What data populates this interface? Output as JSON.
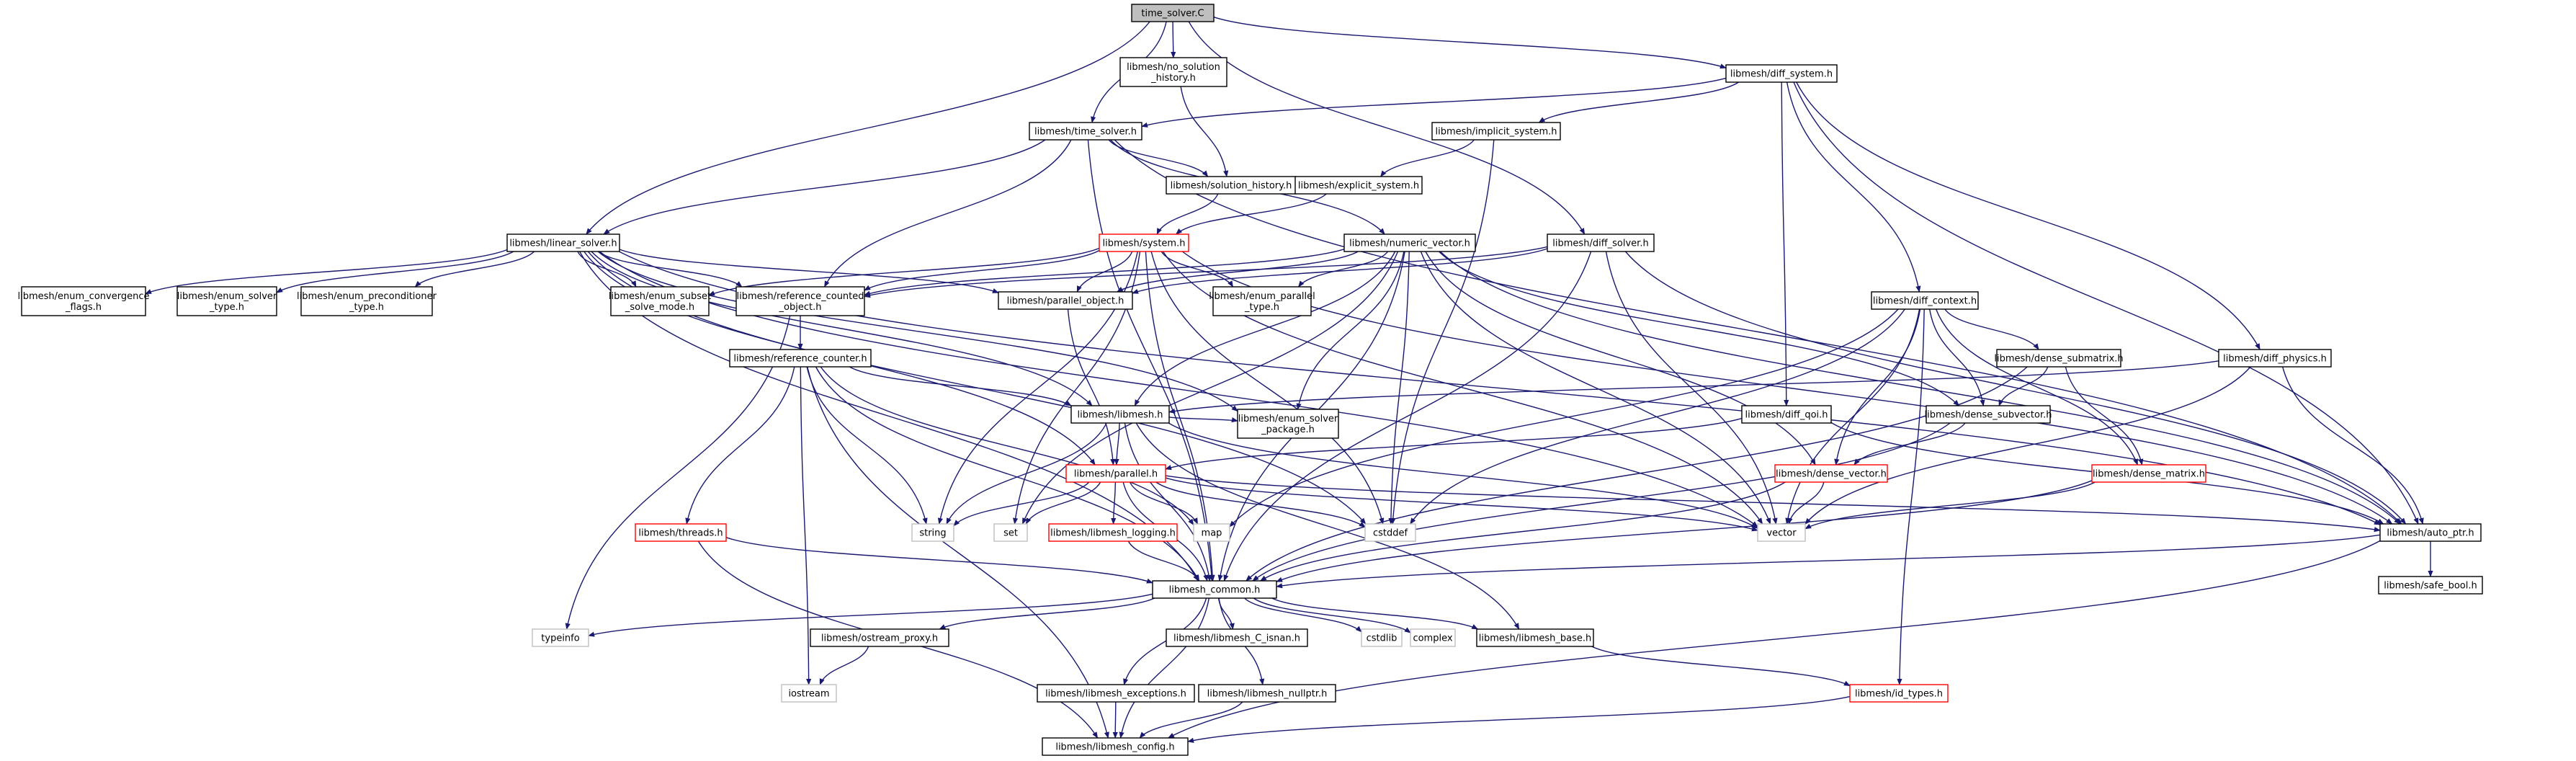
{
  "title": "time_solver.C",
  "colors": {
    "edge": "#191970",
    "root_fill": "#bfbfbf",
    "node_border": "#000000",
    "incomplete_border": "#ff0000",
    "external_border": "#bfbfbf"
  },
  "nodes": {
    "time_solver_c": {
      "lines": [
        "time_solver.C"
      ],
      "style": "root"
    },
    "no_solution_history": {
      "lines": [
        "libmesh/no_solution",
        "_history.h"
      ],
      "style": "normal"
    },
    "diff_system": {
      "lines": [
        "libmesh/diff_system.h"
      ],
      "style": "normal"
    },
    "time_solver": {
      "lines": [
        "libmesh/time_solver.h"
      ],
      "style": "normal"
    },
    "implicit_system": {
      "lines": [
        "libmesh/implicit_system.h"
      ],
      "style": "normal"
    },
    "solution_history": {
      "lines": [
        "libmesh/solution_history.h"
      ],
      "style": "normal"
    },
    "explicit_system": {
      "lines": [
        "libmesh/explicit_system.h"
      ],
      "style": "normal"
    },
    "linear_solver": {
      "lines": [
        "libmesh/linear_solver.h"
      ],
      "style": "normal"
    },
    "system": {
      "lines": [
        "libmesh/system.h"
      ],
      "style": "red"
    },
    "numeric_vector": {
      "lines": [
        "libmesh/numeric_vector.h"
      ],
      "style": "normal"
    },
    "diff_solver": {
      "lines": [
        "libmesh/diff_solver.h"
      ],
      "style": "normal"
    },
    "enum_convergence_flags": {
      "lines": [
        "libmesh/enum_convergence",
        "_flags.h"
      ],
      "style": "normal"
    },
    "enum_solver_type": {
      "lines": [
        "libmesh/enum_solver",
        "_type.h"
      ],
      "style": "normal"
    },
    "enum_preconditioner_type": {
      "lines": [
        "libmesh/enum_preconditioner",
        "_type.h"
      ],
      "style": "normal"
    },
    "enum_subset_solve_mode": {
      "lines": [
        "libmesh/enum_subset",
        "_solve_mode.h"
      ],
      "style": "normal"
    },
    "reference_counted_object": {
      "lines": [
        "libmesh/reference_counted",
        "_object.h"
      ],
      "style": "normal"
    },
    "parallel_object": {
      "lines": [
        "libmesh/parallel_object.h"
      ],
      "style": "normal"
    },
    "enum_parallel_type": {
      "lines": [
        "libmesh/enum_parallel",
        "_type.h"
      ],
      "style": "normal"
    },
    "diff_context": {
      "lines": [
        "libmesh/diff_context.h"
      ],
      "style": "normal"
    },
    "reference_counter": {
      "lines": [
        "libmesh/reference_counter.h"
      ],
      "style": "normal"
    },
    "dense_submatrix": {
      "lines": [
        "libmesh/dense_submatrix.h"
      ],
      "style": "normal"
    },
    "diff_physics": {
      "lines": [
        "libmesh/diff_physics.h"
      ],
      "style": "normal"
    },
    "libmesh_h": {
      "lines": [
        "libmesh/libmesh.h"
      ],
      "style": "normal"
    },
    "diff_qoi": {
      "lines": [
        "libmesh/diff_qoi.h"
      ],
      "style": "normal"
    },
    "dense_subvector": {
      "lines": [
        "libmesh/dense_subvector.h"
      ],
      "style": "normal"
    },
    "enum_solver_package": {
      "lines": [
        "libmesh/enum_solver",
        "_package.h"
      ],
      "style": "normal"
    },
    "parallel": {
      "lines": [
        "libmesh/parallel.h"
      ],
      "style": "red"
    },
    "dense_vector": {
      "lines": [
        "libmesh/dense_vector.h"
      ],
      "style": "red"
    },
    "dense_matrix": {
      "lines": [
        "libmesh/dense_matrix.h"
      ],
      "style": "red"
    },
    "string": {
      "lines": [
        "string"
      ],
      "style": "gray"
    },
    "set": {
      "lines": [
        "set"
      ],
      "style": "gray"
    },
    "map": {
      "lines": [
        "map"
      ],
      "style": "gray"
    },
    "cstddef": {
      "lines": [
        "cstddef"
      ],
      "style": "gray"
    },
    "vector": {
      "lines": [
        "vector"
      ],
      "style": "gray"
    },
    "threads": {
      "lines": [
        "libmesh/threads.h"
      ],
      "style": "red"
    },
    "libmesh_logging": {
      "lines": [
        "libmesh/libmesh_logging.h"
      ],
      "style": "red"
    },
    "auto_ptr": {
      "lines": [
        "libmesh/auto_ptr.h"
      ],
      "style": "normal"
    },
    "libmesh_common": {
      "lines": [
        "libmesh_common.h"
      ],
      "style": "normal"
    },
    "safe_bool": {
      "lines": [
        "libmesh/safe_bool.h"
      ],
      "style": "normal"
    },
    "typeinfo": {
      "lines": [
        "typeinfo"
      ],
      "style": "gray"
    },
    "ostream_proxy": {
      "lines": [
        "libmesh/ostream_proxy.h"
      ],
      "style": "normal"
    },
    "libmesh_c_isnan": {
      "lines": [
        "libmesh/libmesh_C_isnan.h"
      ],
      "style": "normal"
    },
    "cstdlib": {
      "lines": [
        "cstdlib"
      ],
      "style": "gray"
    },
    "complex": {
      "lines": [
        "complex"
      ],
      "style": "gray"
    },
    "libmesh_base": {
      "lines": [
        "libmesh/libmesh_base.h"
      ],
      "style": "normal"
    },
    "iostream": {
      "lines": [
        "iostream"
      ],
      "style": "gray"
    },
    "libmesh_exceptions": {
      "lines": [
        "libmesh/libmesh_exceptions.h"
      ],
      "style": "normal"
    },
    "libmesh_nullptr": {
      "lines": [
        "libmesh/libmesh_nullptr.h"
      ],
      "style": "normal"
    },
    "id_types": {
      "lines": [
        "libmesh/id_types.h"
      ],
      "style": "red"
    },
    "libmesh_config": {
      "lines": [
        "libmesh/libmesh_config.h"
      ],
      "style": "normal"
    }
  },
  "edges": [
    [
      "time_solver_c",
      "no_solution_history"
    ],
    [
      "time_solver_c",
      "diff_system"
    ],
    [
      "time_solver_c",
      "time_solver"
    ],
    [
      "time_solver_c",
      "linear_solver"
    ],
    [
      "time_solver_c",
      "diff_solver"
    ],
    [
      "no_solution_history",
      "solution_history"
    ],
    [
      "diff_system",
      "time_solver"
    ],
    [
      "diff_system",
      "implicit_system"
    ],
    [
      "diff_system",
      "diff_context"
    ],
    [
      "diff_system",
      "diff_qoi"
    ],
    [
      "diff_system",
      "diff_physics"
    ],
    [
      "diff_system",
      "auto_ptr"
    ],
    [
      "time_solver",
      "solution_history"
    ],
    [
      "time_solver",
      "linear_solver"
    ],
    [
      "time_solver",
      "numeric_vector"
    ],
    [
      "time_solver",
      "reference_counted_object"
    ],
    [
      "time_solver",
      "libmesh_common"
    ],
    [
      "time_solver",
      "auto_ptr"
    ],
    [
      "implicit_system",
      "explicit_system"
    ],
    [
      "implicit_system",
      "cstddef"
    ],
    [
      "explicit_system",
      "system"
    ],
    [
      "solution_history",
      "system"
    ],
    [
      "linear_solver",
      "enum_convergence_flags"
    ],
    [
      "linear_solver",
      "enum_solver_type"
    ],
    [
      "linear_solver",
      "enum_preconditioner_type"
    ],
    [
      "linear_solver",
      "enum_subset_solve_mode"
    ],
    [
      "linear_solver",
      "reference_counted_object"
    ],
    [
      "linear_solver",
      "parallel_object"
    ],
    [
      "linear_solver",
      "libmesh_h"
    ],
    [
      "linear_solver",
      "enum_solver_package"
    ],
    [
      "linear_solver",
      "libmesh_common"
    ],
    [
      "linear_solver",
      "auto_ptr"
    ],
    [
      "linear_solver",
      "cstddef"
    ],
    [
      "linear_solver",
      "vector"
    ],
    [
      "linear_solver",
      "parallel"
    ],
    [
      "system",
      "enum_subset_solve_mode"
    ],
    [
      "system",
      "reference_counted_object"
    ],
    [
      "system",
      "parallel_object"
    ],
    [
      "system",
      "enum_parallel_type"
    ],
    [
      "system",
      "libmesh_common"
    ],
    [
      "system",
      "set"
    ],
    [
      "system",
      "string"
    ],
    [
      "system",
      "cstddef"
    ],
    [
      "system",
      "vector"
    ],
    [
      "system",
      "auto_ptr"
    ],
    [
      "numeric_vector",
      "reference_counted_object"
    ],
    [
      "numeric_vector",
      "parallel_object"
    ],
    [
      "numeric_vector",
      "enum_parallel_type"
    ],
    [
      "numeric_vector",
      "libmesh_h"
    ],
    [
      "numeric_vector",
      "enum_solver_package"
    ],
    [
      "numeric_vector",
      "libmesh_common"
    ],
    [
      "numeric_vector",
      "dense_subvector"
    ],
    [
      "numeric_vector",
      "dense_vector"
    ],
    [
      "numeric_vector",
      "auto_ptr"
    ],
    [
      "numeric_vector",
      "set"
    ],
    [
      "numeric_vector",
      "vector"
    ],
    [
      "numeric_vector",
      "cstddef"
    ],
    [
      "diff_solver",
      "reference_counted_object"
    ],
    [
      "diff_solver",
      "parallel_object"
    ],
    [
      "diff_solver",
      "libmesh_common"
    ],
    [
      "diff_solver",
      "auto_ptr"
    ],
    [
      "diff_solver",
      "vector"
    ],
    [
      "reference_counted_object",
      "reference_counter"
    ],
    [
      "reference_counted_object",
      "typeinfo"
    ],
    [
      "parallel_object",
      "parallel"
    ],
    [
      "reference_counter",
      "libmesh_common"
    ],
    [
      "reference_counter",
      "threads"
    ],
    [
      "reference_counter",
      "string"
    ],
    [
      "reference_counter",
      "iostream"
    ],
    [
      "reference_counter",
      "map"
    ],
    [
      "reference_counter",
      "libmesh_config"
    ],
    [
      "reference_counter",
      "libmesh_h"
    ],
    [
      "diff_context",
      "dense_submatrix"
    ],
    [
      "diff_context",
      "dense_subvector"
    ],
    [
      "diff_context",
      "dense_matrix"
    ],
    [
      "diff_context",
      "dense_vector"
    ],
    [
      "diff_context",
      "id_types"
    ],
    [
      "diff_context",
      "map"
    ],
    [
      "diff_context",
      "vector"
    ],
    [
      "diff_context",
      "cstddef"
    ],
    [
      "dense_submatrix",
      "dense_matrix"
    ],
    [
      "dense_submatrix",
      "dense_subvector"
    ],
    [
      "dense_submatrix",
      "libmesh_common"
    ],
    [
      "diff_physics",
      "libmesh_h"
    ],
    [
      "diff_physics",
      "auto_ptr"
    ],
    [
      "diff_physics",
      "vector"
    ],
    [
      "libmesh_h",
      "libmesh_common"
    ],
    [
      "libmesh_h",
      "libmesh_base"
    ],
    [
      "libmesh_h",
      "enum_solver_package"
    ],
    [
      "libmesh_h",
      "parallel"
    ],
    [
      "libmesh_h",
      "string"
    ],
    [
      "libmesh_h",
      "vector"
    ],
    [
      "diff_qoi",
      "parallel"
    ],
    [
      "diff_qoi",
      "auto_ptr"
    ],
    [
      "dense_subvector",
      "dense_vector"
    ],
    [
      "dense_subvector",
      "libmesh_common"
    ],
    [
      "parallel",
      "libmesh_common"
    ],
    [
      "parallel",
      "libmesh_logging"
    ],
    [
      "parallel",
      "auto_ptr"
    ],
    [
      "parallel",
      "string"
    ],
    [
      "parallel",
      "set"
    ],
    [
      "parallel",
      "map"
    ],
    [
      "parallel",
      "cstddef"
    ],
    [
      "parallel",
      "vector"
    ],
    [
      "dense_vector",
      "vector"
    ],
    [
      "dense_vector",
      "libmesh_common"
    ],
    [
      "dense_matrix",
      "vector"
    ],
    [
      "dense_matrix",
      "libmesh_common"
    ],
    [
      "threads",
      "libmesh_common"
    ],
    [
      "threads",
      "libmesh_config"
    ],
    [
      "libmesh_logging",
      "libmesh_common"
    ],
    [
      "auto_ptr",
      "libmesh_common"
    ],
    [
      "auto_ptr",
      "safe_bool"
    ],
    [
      "auto_ptr",
      "libmesh_config"
    ],
    [
      "libmesh_common",
      "typeinfo"
    ],
    [
      "libmesh_common",
      "ostream_proxy"
    ],
    [
      "libmesh_common",
      "libmesh_c_isnan"
    ],
    [
      "libmesh_common",
      "cstdlib"
    ],
    [
      "libmesh_common",
      "complex"
    ],
    [
      "libmesh_common",
      "libmesh_base"
    ],
    [
      "libmesh_common",
      "libmesh_exceptions"
    ],
    [
      "libmesh_common",
      "libmesh_nullptr"
    ],
    [
      "libmesh_common",
      "libmesh_config"
    ],
    [
      "ostream_proxy",
      "iostream"
    ],
    [
      "libmesh_base",
      "id_types"
    ],
    [
      "libmesh_exceptions",
      "libmesh_config"
    ],
    [
      "libmesh_nullptr",
      "libmesh_config"
    ],
    [
      "id_types",
      "libmesh_config"
    ]
  ]
}
